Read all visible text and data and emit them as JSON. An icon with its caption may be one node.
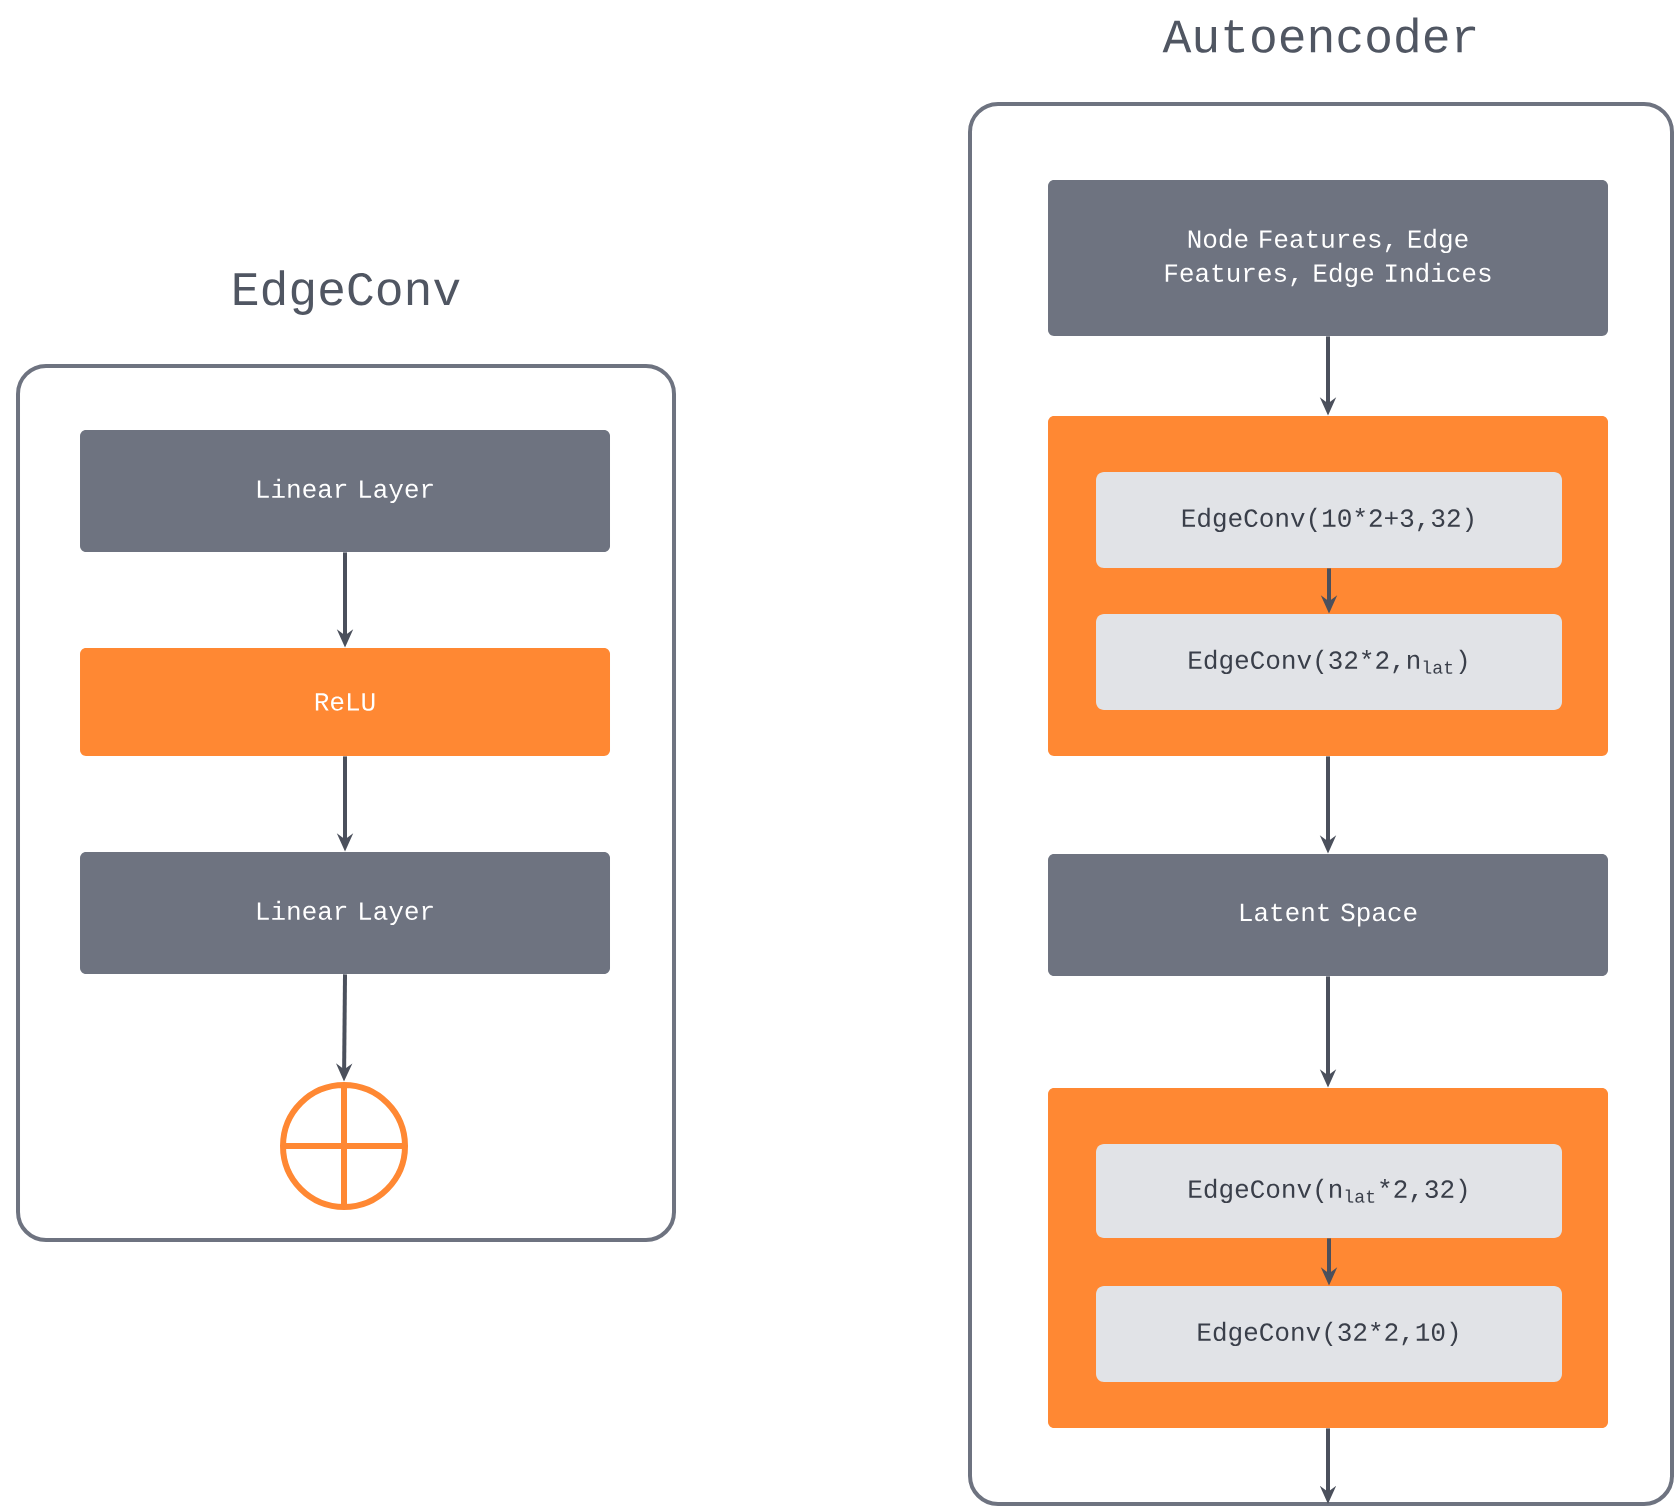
{
  "diagram": {
    "nodes": [
      {
        "text": [
          "EdgeConv"
        ]
      },
      {
        "text": [
          "Linear Layer"
        ],
        "in": 0
      },
      {
        "text": [
          "ReLU"
        ],
        "in": 0
      },
      {
        "text": [
          "Linear Layer"
        ],
        "in": 0
      },
      {
        "text": [],
        "shape": "circle",
        "in": 0
      },
      {
        "text": [
          "Autoencoder"
        ]
      },
      {
        "text": [
          "Node Features, Edge Features, Edge Indices"
        ],
        "in": 5
      },
      {
        "text": [],
        "shape": "box",
        "in": 5
      },
      {
        "text": [
          "EdgeConv(10*2+3,32)"
        ],
        "in": 7
      },
      {
        "text": [
          "EdgeConv(32*2,n$_{lat}$)"
        ],
        "in": 7
      },
      {
        "text": [
          "Latent Space"
        ],
        "in": 5
      },
      {
        "text": [],
        "shape": "box",
        "in": 5
      },
      {
        "text": [
          "EdgeConv(n$_{lat}$*2,32)"
        ],
        "in": 11
      },
      {
        "text": [
          "EdgeConv(32*2,10)"
        ],
        "in": 11
      }
    ],
    "edges": [
      {
        "from": 1,
        "to": 2,
        "arrow": "to"
      },
      {
        "from": 2,
        "to": 3,
        "arrow": "to"
      },
      {
        "from": 3,
        "to": 4,
        "arrow": "to"
      },
      {
        "from": 6,
        "to": 7,
        "arrow": "to"
      },
      {
        "from": 8,
        "to": 9,
        "arrow": "to"
      },
      {
        "from": 7,
        "to": 10,
        "arrow": "to"
      },
      {
        "from": 10,
        "to": 11,
        "arrow": "to"
      },
      {
        "from": 12,
        "to": 13,
        "arrow": "to"
      },
      {
        "from": 11,
        "to": null,
        "arrow": "to"
      }
    ]
  }
}
